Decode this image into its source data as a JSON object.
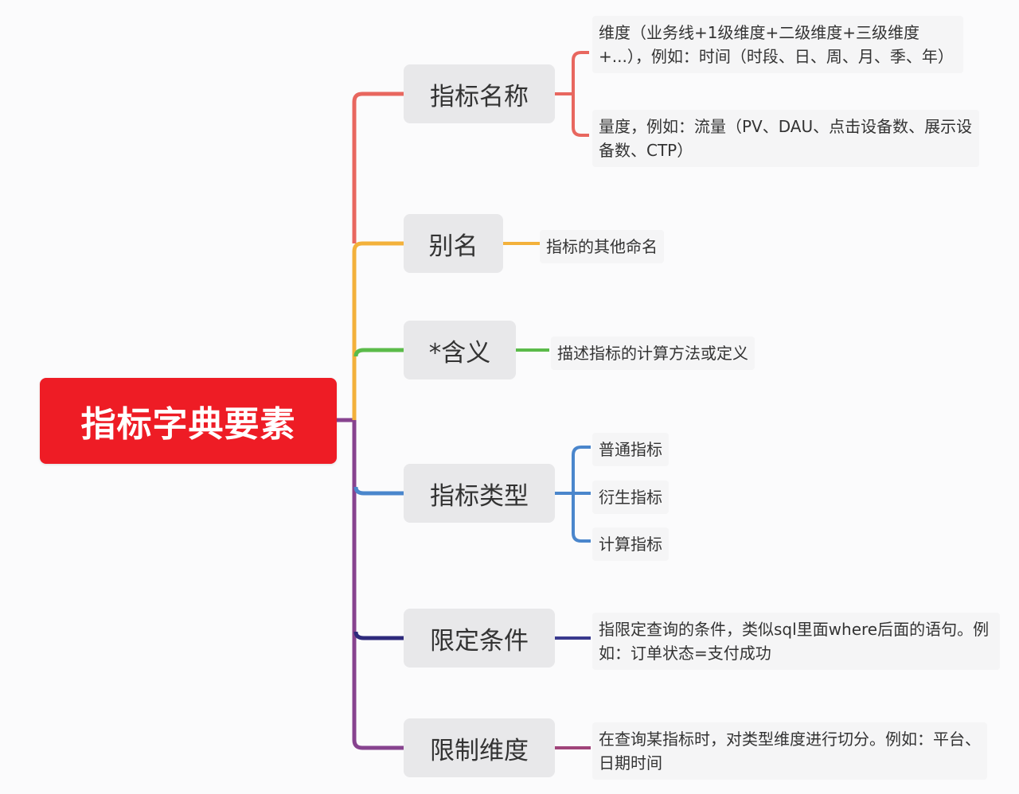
{
  "root": {
    "label": "指标字典要素",
    "color": "#ee1c25"
  },
  "branches": [
    {
      "label": "指标名称",
      "color": "#e8675f",
      "children": [
        "维度（业务线+1级维度+二级维度+三级维度+...），例如：时间（时段、日、周、月、季、年）",
        "量度，例如：流量（PV、DAU、点击设备数、展示设备数、CTP）"
      ]
    },
    {
      "label": "别名",
      "color": "#f3b13b",
      "children": [
        "指标的其他命名"
      ]
    },
    {
      "label": "*含义",
      "color": "#5bbb4a",
      "children": [
        "描述指标的计算方法或定义"
      ]
    },
    {
      "label": "指标类型",
      "color": "#4a86cc",
      "children": [
        "普通指标",
        "衍生指标",
        "计算指标"
      ]
    },
    {
      "label": "限定条件",
      "color": "#2e2a7c",
      "children": [
        "指限定查询的条件，类似sql里面where后面的语句。例如：订单状态=支付成功"
      ]
    },
    {
      "label": "限制维度",
      "color": "#a0447a",
      "children": [
        "在查询某指标时，对类型维度进行切分。例如：平台、日期时间"
      ]
    }
  ],
  "trunk_color_lower": "#87438f"
}
